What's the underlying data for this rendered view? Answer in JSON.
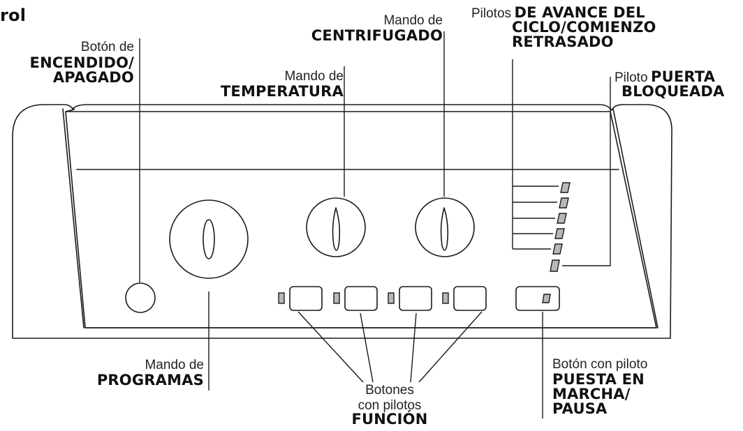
{
  "header": {
    "title_fragment": "rol"
  },
  "labels": {
    "power": {
      "prefix": "Botón de",
      "line1": "ENCENDIDO/",
      "line2": "APAGADO"
    },
    "temperature": {
      "prefix": "Mando de",
      "main": "TEMPERATURA"
    },
    "spin": {
      "prefix": "Mando de",
      "main": "CENTRIFUGADO"
    },
    "cycle_pilots": {
      "prefix": "Pilotos",
      "line1": "DE AVANCE DEL",
      "line2": "CICLO/COMIENZO",
      "line3": "RETRASADO"
    },
    "door_locked": {
      "prefix": "Piloto",
      "line1": "PUERTA",
      "line2": "BLOQUEADA"
    },
    "programs": {
      "prefix": "Mando de",
      "main": "PROGRAMAS"
    },
    "function_buttons": {
      "line1": "Botones",
      "line2": "con pilotos",
      "main": "FUNCIÓN"
    },
    "start_pause": {
      "prefix": "Botón con piloto",
      "line1": "PUESTA EN",
      "line2": "MARCHA/",
      "line3": "PAUSA"
    }
  }
}
